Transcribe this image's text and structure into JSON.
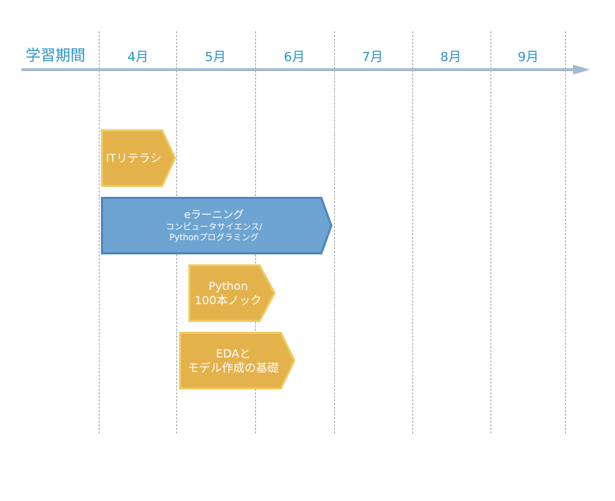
{
  "timeline": {
    "axis_title": "学習期間",
    "months": [
      "4月",
      "5月",
      "6月",
      "7月",
      "8月",
      "9月"
    ]
  },
  "colors": {
    "gold_fill": "#e3b24a",
    "gold_border": "#f0c95d",
    "blue_fill": "#6da4d1",
    "blue_border": "#4f86bd",
    "axis": "#a7b9cf",
    "month_text": "#2a93c2"
  },
  "courses": [
    {
      "id": "it",
      "lines": [
        "ITリテラシ"
      ]
    },
    {
      "id": "elearning",
      "lines": [
        "eラーニング",
        "コンピュータサイエンス/",
        "Pythonプログラミング"
      ]
    },
    {
      "id": "python100",
      "lines": [
        "Python",
        "100本ノック"
      ]
    },
    {
      "id": "eda",
      "lines": [
        "EDAと",
        "モデル作成の基礎"
      ]
    }
  ]
}
